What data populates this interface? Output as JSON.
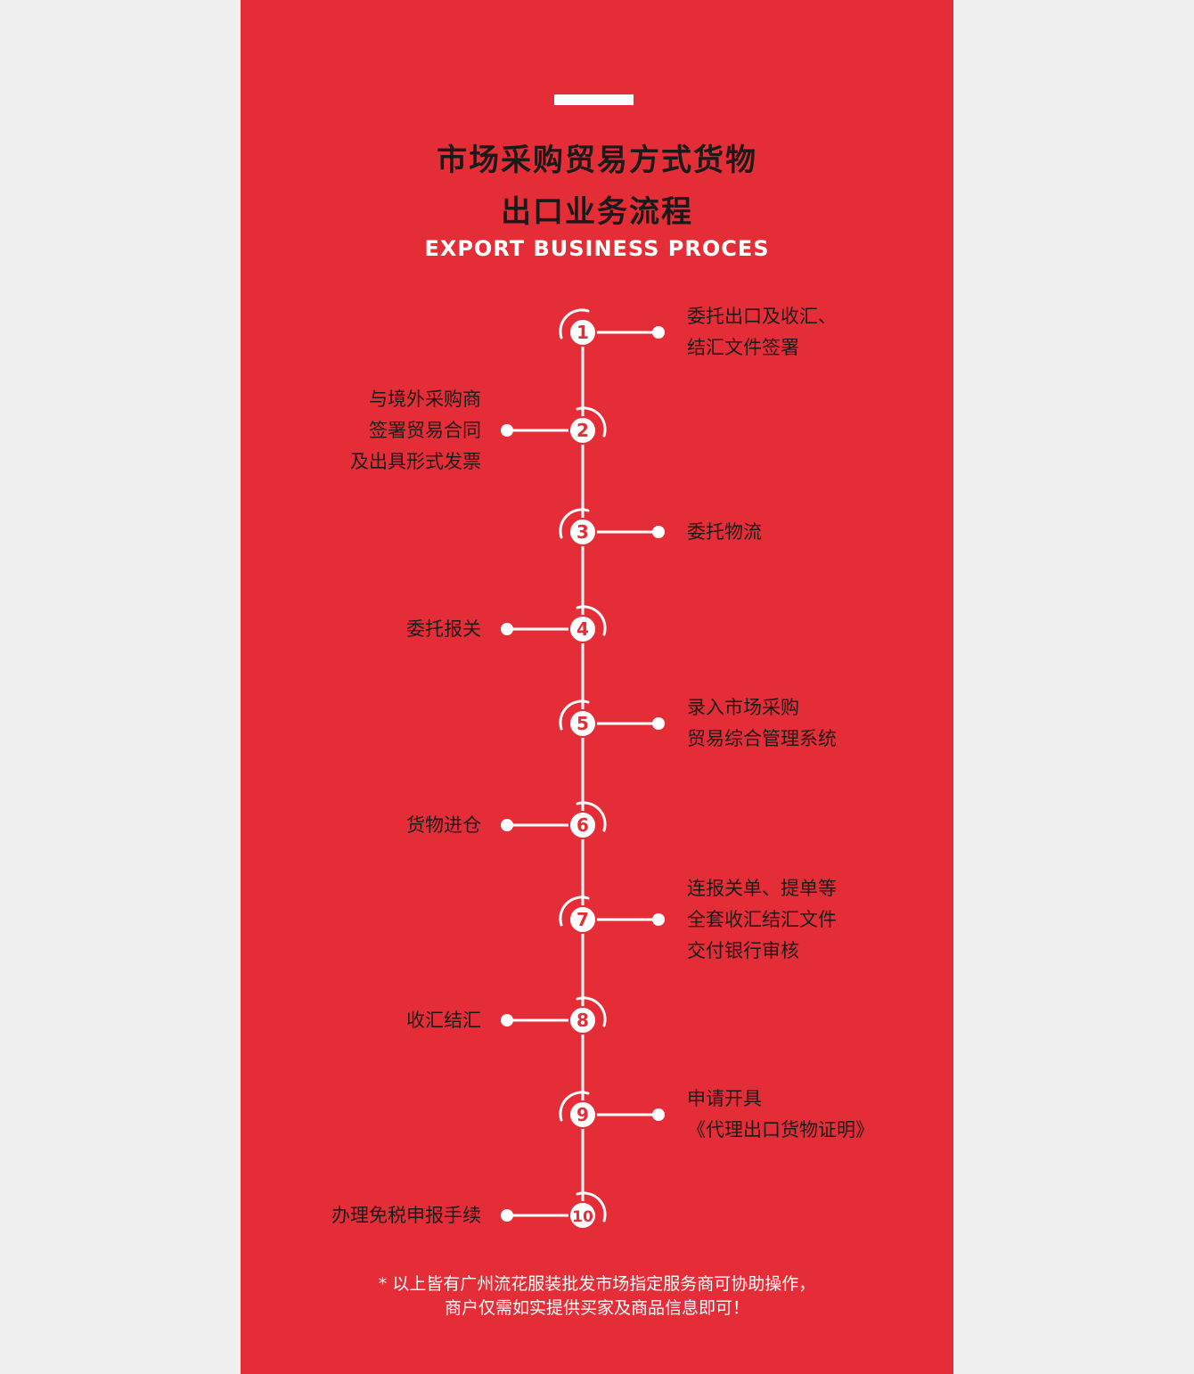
{
  "colors": {
    "background": "#f0f0f0",
    "panel": "#e52d37",
    "accent": "#ffffff",
    "title_text": "#1a1a1a",
    "step_number": "#e52d37"
  },
  "header": {
    "title_line_1": "市场采购贸易方式货物",
    "title_line_2": "出口业务流程",
    "subtitle": "EXPORT BUSINESS PROCES"
  },
  "steps": [
    {
      "number": "1",
      "side": "right",
      "lines": [
        "委托出口及收汇、",
        "结汇文件签署"
      ]
    },
    {
      "number": "2",
      "side": "left",
      "lines": [
        "与境外采购商",
        "签署贸易合同",
        "及出具形式发票"
      ]
    },
    {
      "number": "3",
      "side": "right",
      "lines": [
        "委托物流"
      ]
    },
    {
      "number": "4",
      "side": "left",
      "lines": [
        "委托报关"
      ]
    },
    {
      "number": "5",
      "side": "right",
      "lines": [
        "录入市场采购",
        "贸易综合管理系统"
      ]
    },
    {
      "number": "6",
      "side": "left",
      "lines": [
        "货物进仓"
      ]
    },
    {
      "number": "7",
      "side": "right",
      "lines": [
        "连报关单、提单等",
        "全套收汇结汇文件",
        "交付银行审核"
      ]
    },
    {
      "number": "8",
      "side": "left",
      "lines": [
        "收汇结汇"
      ]
    },
    {
      "number": "9",
      "side": "right",
      "lines": [
        "申请开具",
        "《代理出口货物证明》"
      ]
    },
    {
      "number": "10",
      "side": "left",
      "lines": [
        "办理免税申报手续"
      ]
    }
  ],
  "footnote": {
    "line_1": "* 以上皆有广州流花服装批发市场指定服务商可协助操作，",
    "line_2": "商户仅需如实提供买家及商品信息即可！"
  }
}
